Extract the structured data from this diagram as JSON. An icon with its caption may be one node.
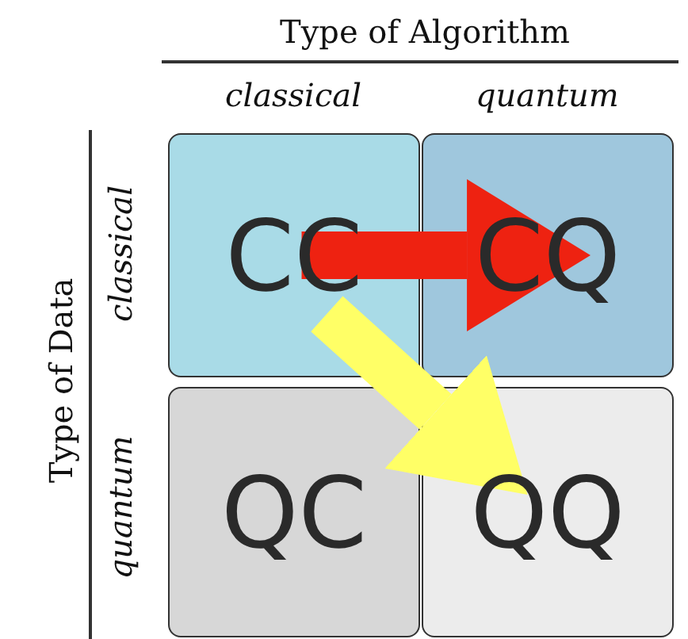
{
  "diagram": {
    "nodes": [
      {
        "text": [
          "CC"
        ]
      },
      {
        "text": [
          "CQ"
        ]
      },
      {
        "text": [
          "QC"
        ]
      },
      {
        "text": [
          "QQ"
        ]
      }
    ],
    "edges": [
      {
        "from": 0,
        "to": 1,
        "arrow": "to",
        "color": "#ee2211"
      },
      {
        "from": 0,
        "to": 3,
        "arrow": "to",
        "color": "#ffff66"
      }
    ],
    "labels": [
      "Type of Algorithm",
      "classical",
      "quantum",
      "Type of Data",
      "classical",
      "quantum"
    ]
  }
}
